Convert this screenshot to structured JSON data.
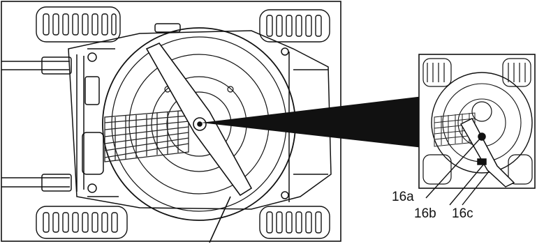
{
  "callouts": {
    "a": "16a",
    "b": "16b",
    "c": "16c"
  },
  "colors": {
    "ink": "#111111",
    "paper": "#ffffff",
    "mesh": "#222222"
  }
}
